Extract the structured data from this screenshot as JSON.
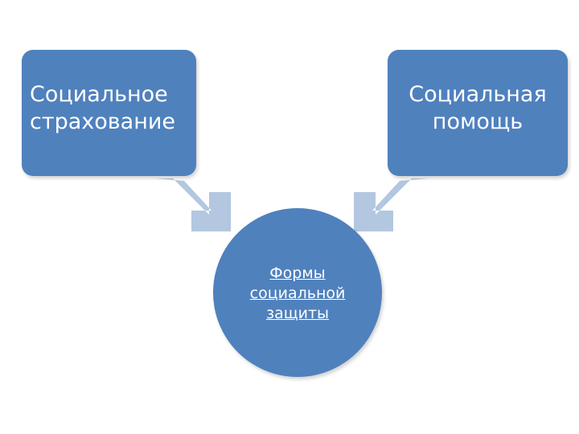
{
  "colors": {
    "node_fill": "#4f81bd",
    "arrow_fill": "#b3c7e0",
    "text": "#ffffff",
    "background": "#ffffff"
  },
  "nodes": {
    "left": {
      "label": "Социальное\nстрахование"
    },
    "right": {
      "label": "Социальная\nпомощь"
    },
    "center": {
      "label": "Формы\nсоциальной\nзащиты"
    }
  },
  "arrows": [
    {
      "from": "left",
      "to": "center",
      "icon": "arrow-down-right-icon"
    },
    {
      "from": "right",
      "to": "center",
      "icon": "arrow-down-left-icon"
    }
  ]
}
